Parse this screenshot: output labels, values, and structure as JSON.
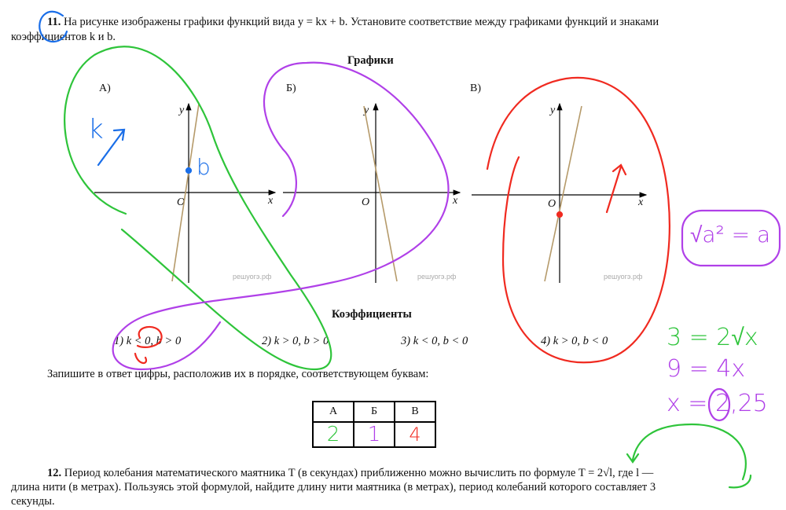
{
  "task11": {
    "number": "11.",
    "text_line1": "На рисунке изображены графики функций вида y = kx + b. Установите соответствие между графиками функций и знаками",
    "text_line2": "коэффициентов k и b.",
    "graphs_heading": "Графики",
    "graphs": [
      {
        "label": "А)",
        "slope": "positive",
        "intercept": "positive"
      },
      {
        "label": "Б)",
        "slope": "negative",
        "intercept": "positive"
      },
      {
        "label": "В)",
        "slope": "positive",
        "intercept": "negative"
      }
    ],
    "axis_y": "y",
    "axis_x": "x",
    "origin": "O",
    "watermark": "решуогэ.рф",
    "coefficients_heading": "Коэффициенты",
    "options": [
      "1) k < 0, b > 0",
      "2) k > 0, b > 0",
      "3) k < 0, b < 0",
      "4) k > 0, b < 0"
    ],
    "instruction": "Запишите в ответ цифры, расположив их в порядке, соответствующем буквам:",
    "answer_headers": [
      "А",
      "Б",
      "В"
    ],
    "answer_values": [
      "2",
      "1",
      "4"
    ]
  },
  "task12": {
    "number": "12.",
    "line1": "Период колебания математического маятника T (в секундах) приближенно можно вычислить по формуле  T = 2√l, где l —",
    "line2": "длина нити (в метрах). Пользуясь этой формулой, найдите длину нити маятника (в метрах), период колебаний которого составляет 3",
    "line3": "секунды."
  },
  "handwriting": {
    "k_note": "k",
    "b_note": "b",
    "identity": "√a² = a",
    "eq1": "3 = 2√x",
    "eq2": "9 = 4x",
    "eq3": "x = 2,25",
    "colors": {
      "blue": "#1a6ee8",
      "green": "#2ec43a",
      "purple": "#b040e8",
      "red": "#f02a20"
    }
  }
}
